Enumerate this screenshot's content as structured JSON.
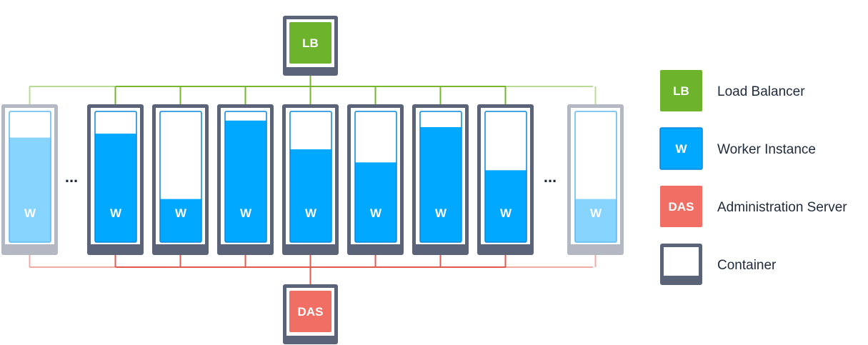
{
  "colors": {
    "lb_green": "#6db32c",
    "worker_blue": "#00a8ff",
    "worker_blue_light": "#86d4ff",
    "das_red": "#f06e63",
    "container_dark": "#5a6378",
    "container_light": "#b3b8c2",
    "link_green": "#76b72f",
    "link_green_light": "#b8dc94",
    "link_red": "#e05a52",
    "link_red_light": "#f2aba5"
  },
  "nodes": {
    "lb_label": "LB",
    "das_label": "DAS",
    "worker_label": "W"
  },
  "ellipsis": "...",
  "workers": [
    {
      "fill": 0.8,
      "faded": true
    },
    {
      "fill": 0.83,
      "faded": false
    },
    {
      "fill": 0.33,
      "faded": false
    },
    {
      "fill": 0.93,
      "faded": false
    },
    {
      "fill": 0.71,
      "faded": false
    },
    {
      "fill": 0.61,
      "faded": false
    },
    {
      "fill": 0.88,
      "faded": false
    },
    {
      "fill": 0.55,
      "faded": false
    },
    {
      "fill": 0.33,
      "faded": true
    }
  ],
  "legend": [
    {
      "key": "lb",
      "label": "LB",
      "text": "Load Balancer"
    },
    {
      "key": "worker",
      "label": "W",
      "text": "Worker Instance"
    },
    {
      "key": "das",
      "label": "DAS",
      "text": "Administration Server"
    },
    {
      "key": "container",
      "label": "",
      "text": "Container"
    }
  ]
}
